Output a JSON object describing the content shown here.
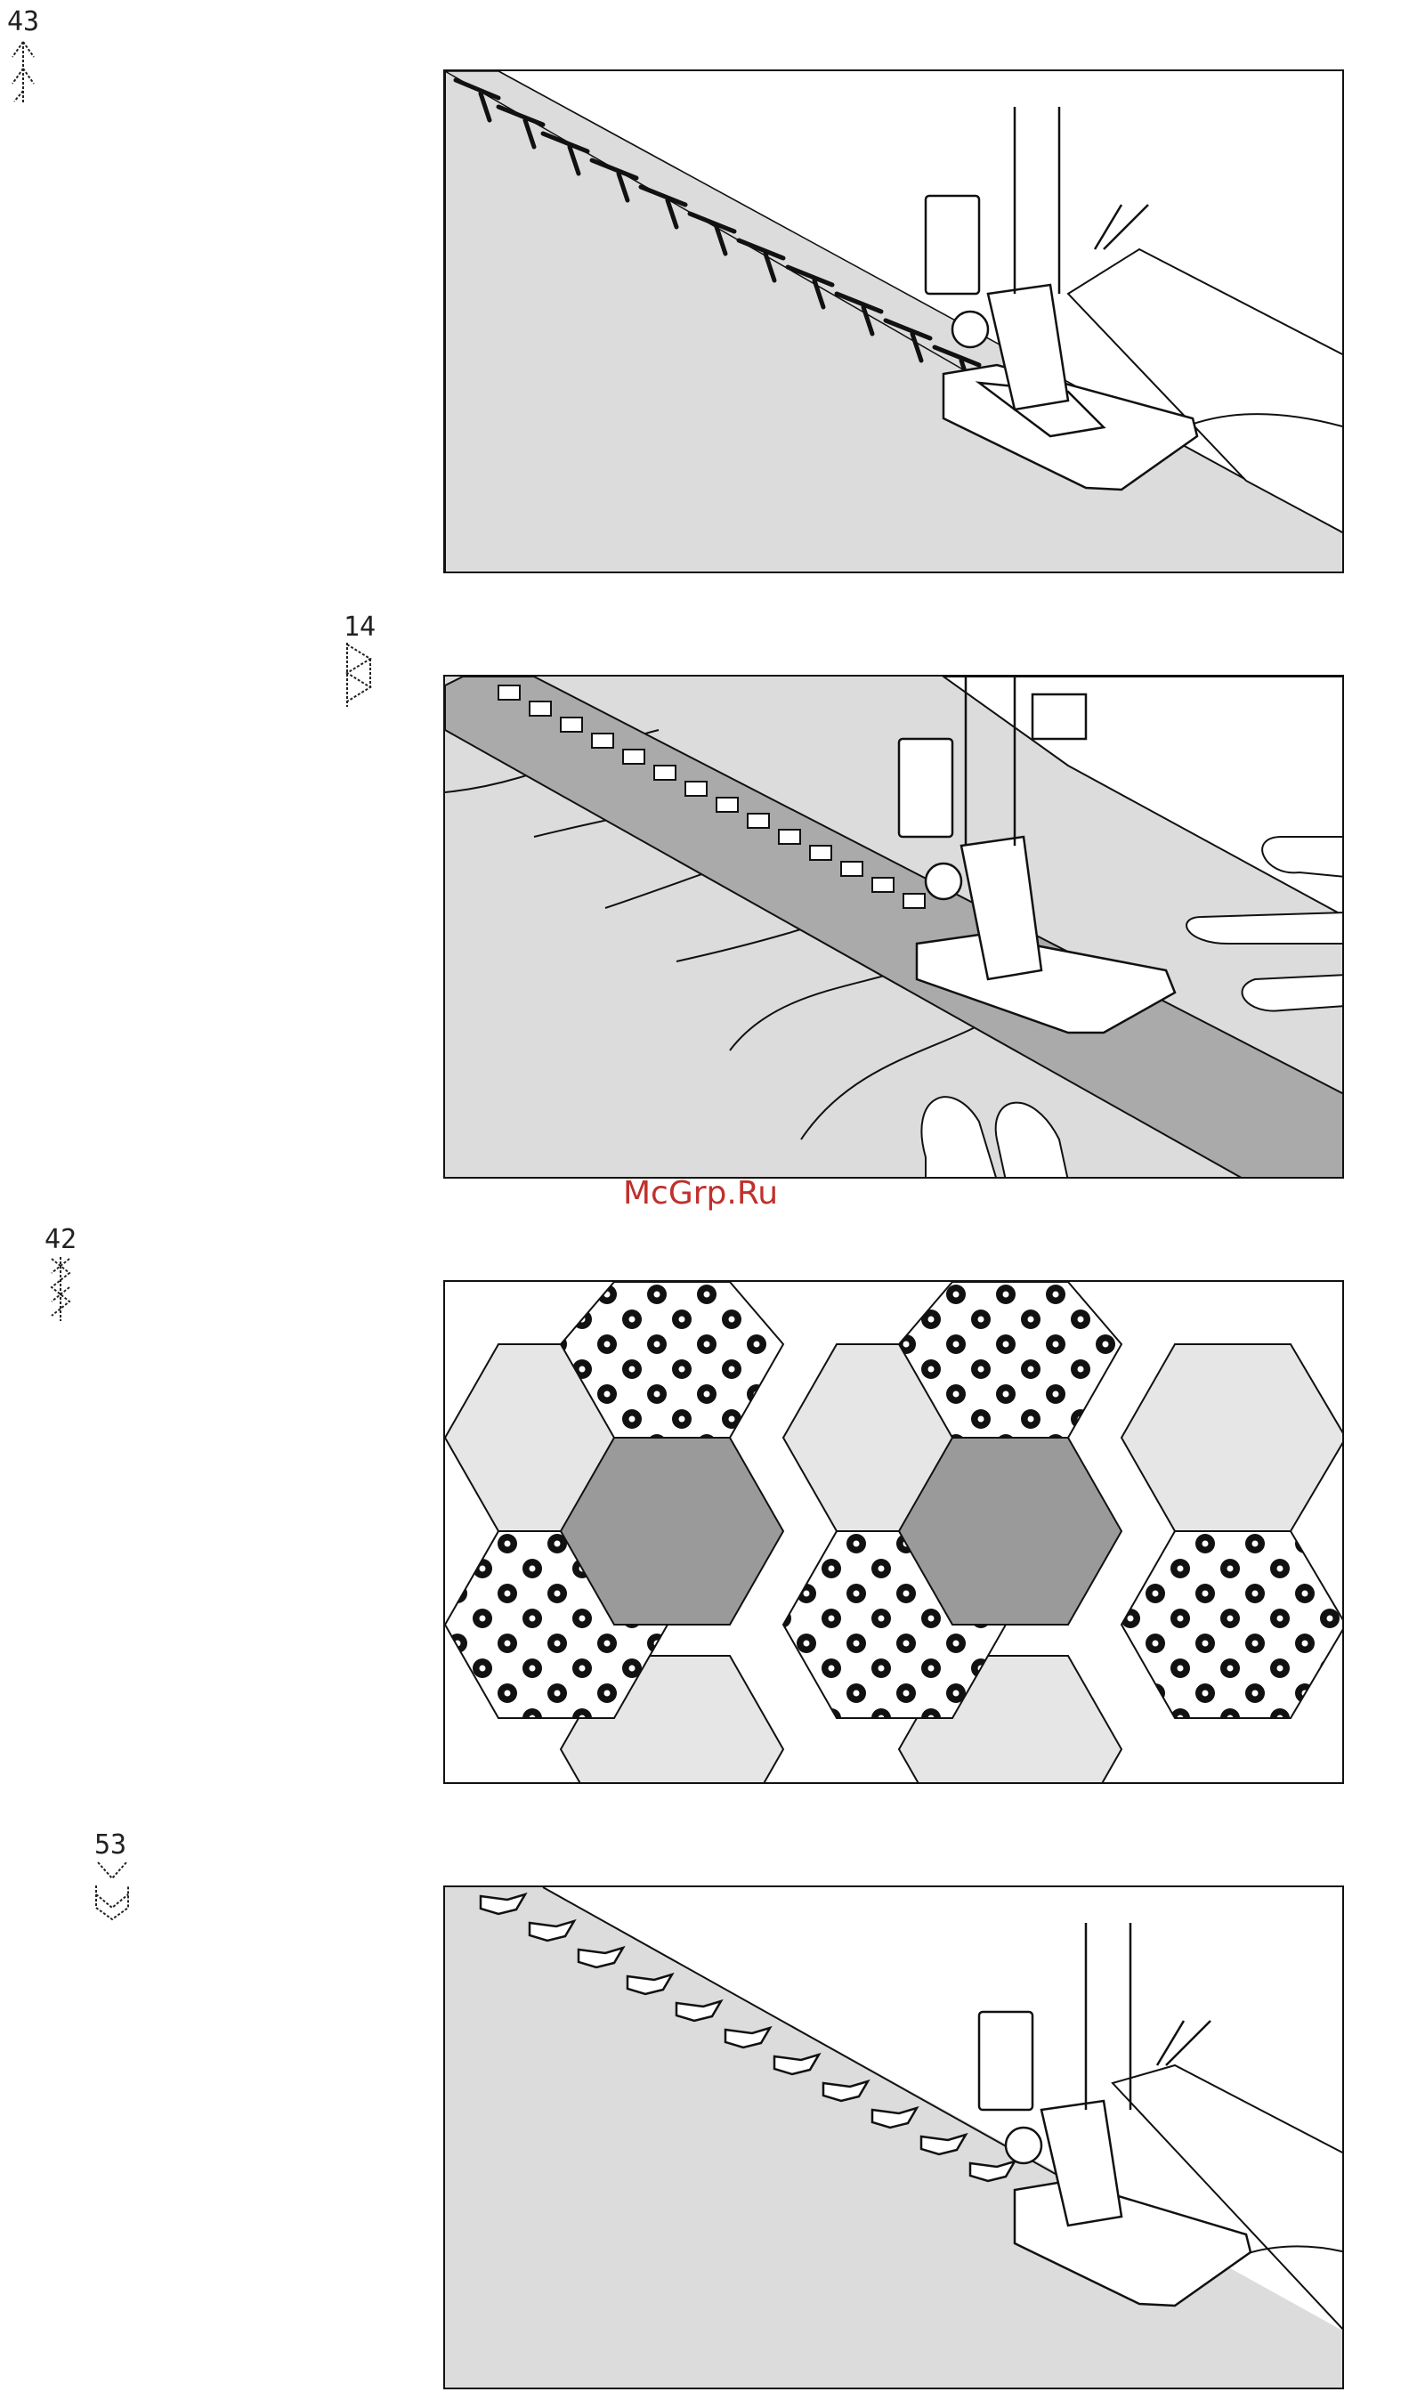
{
  "watermark": "McGrp.Ru",
  "stitches": [
    {
      "number": "43",
      "icon": "feather-stitch-icon"
    },
    {
      "number": "14",
      "icon": "box-zigzag-stitch-icon"
    },
    {
      "number": "42",
      "icon": "hexagon-joining-stitch-icon"
    },
    {
      "number": "53",
      "icon": "chevron-edge-stitch-icon"
    }
  ],
  "illustrations": [
    {
      "name": "feather-stitch-on-fabric-edge"
    },
    {
      "name": "stitching-elastic-band"
    },
    {
      "name": "hexagon-quilt-patchwork"
    },
    {
      "name": "chevron-edge-stitch"
    }
  ],
  "colors": {
    "fabric": "#dcdcdc",
    "band": "#aaaaaa",
    "hex_dark": "#9a9a9a",
    "hex_light": "#e6e6e6",
    "watermark": "#c0302c"
  }
}
